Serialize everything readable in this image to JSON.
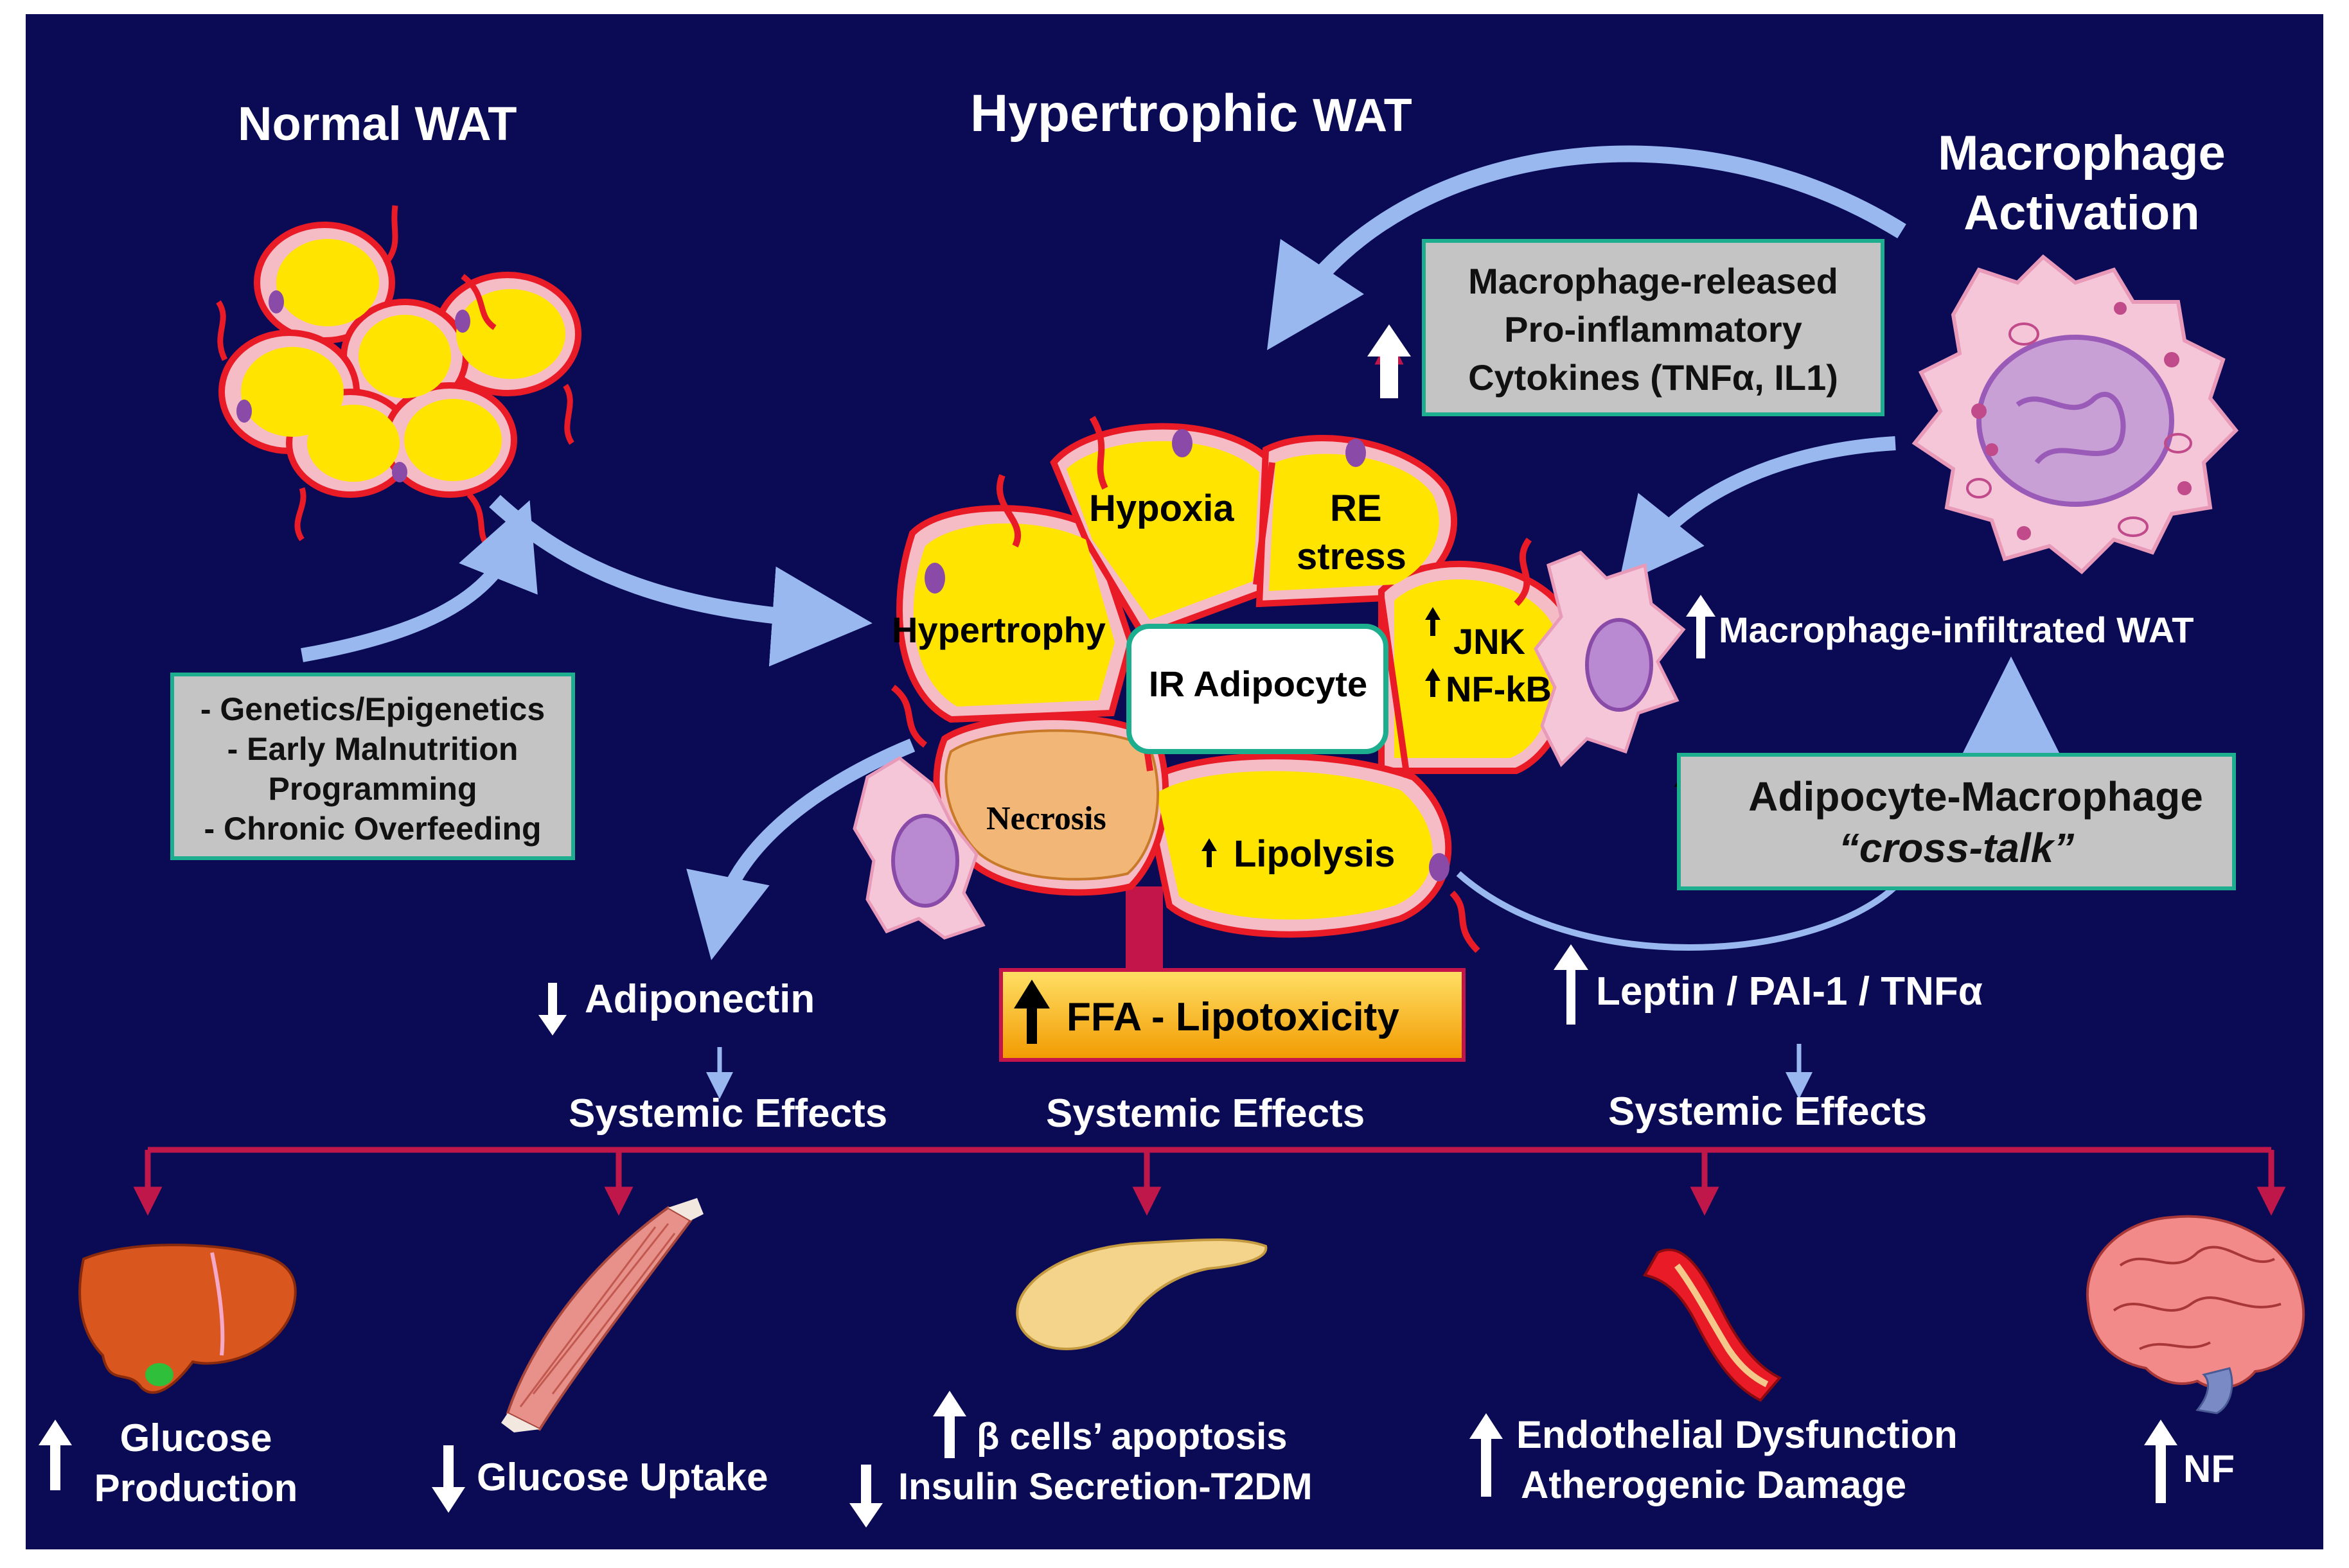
{
  "titles": {
    "normal_wat": "Normal WAT",
    "hypertrophic_bold": "Hypertrophic",
    "hypertrophic_wat": "WAT",
    "macrophage_line1": "Macrophage",
    "macrophage_line2": "Activation"
  },
  "causes_box": {
    "line1": "- Genetics/Epigenetics",
    "line2": "- Early Malnutrition",
    "line3": "Programming",
    "line4": "- Chronic Overfeeding"
  },
  "cytokines_box": {
    "line1": "Macrophage-released",
    "line2": "Pro-inflammatory",
    "line3": "Cytokines (TNFα, IL1)"
  },
  "cells": {
    "hypoxia": "Hypoxia",
    "re_stress_1": "RE",
    "re_stress_2": "stress",
    "hypertrophy": "Hypertrophy",
    "ir_adipocyte": "IR Adipocyte",
    "jnk": "JNK",
    "nfkb": "NF-kB",
    "necrosis": "Necrosis",
    "lipolysis": "Lipolysis"
  },
  "macrophage_infiltrated": "Macrophage-infiltrated WAT",
  "crosstalk_box": {
    "line1": "Adipocyte-Macrophage",
    "line2": "“cross-talk”"
  },
  "adiponectin": "Adiponectin",
  "ffa_box": "FFA - Lipotoxicity",
  "leptin": "Leptin / PAI-1 / TNFα",
  "systemic_effects": [
    "Systemic  Effects",
    "Systemic  Effects",
    "Systemic  Effects"
  ],
  "outcomes": {
    "liver_1": "Glucose",
    "liver_2": "Production",
    "muscle": "Glucose Uptake",
    "pancreas_1": "β cells’ apoptosis",
    "pancreas_2": "Insulin Secretion-T2DM",
    "vessel_1": "Endothelial Dysfunction",
    "vessel_2": "Atherogenic Damage",
    "brain": "NF"
  },
  "colors": {
    "background": "#0a0a55",
    "adipocyte_yellow": "#ffe400",
    "membrane_pink": "#f5bcc6",
    "vessel_red": "#e81b26",
    "arrow_blue": "#9ab8f0",
    "box_gray": "#c4c4c4",
    "box_border": "#1cae8e",
    "crimson_line": "#b5124a",
    "ffa_orange": "#f5a800"
  }
}
